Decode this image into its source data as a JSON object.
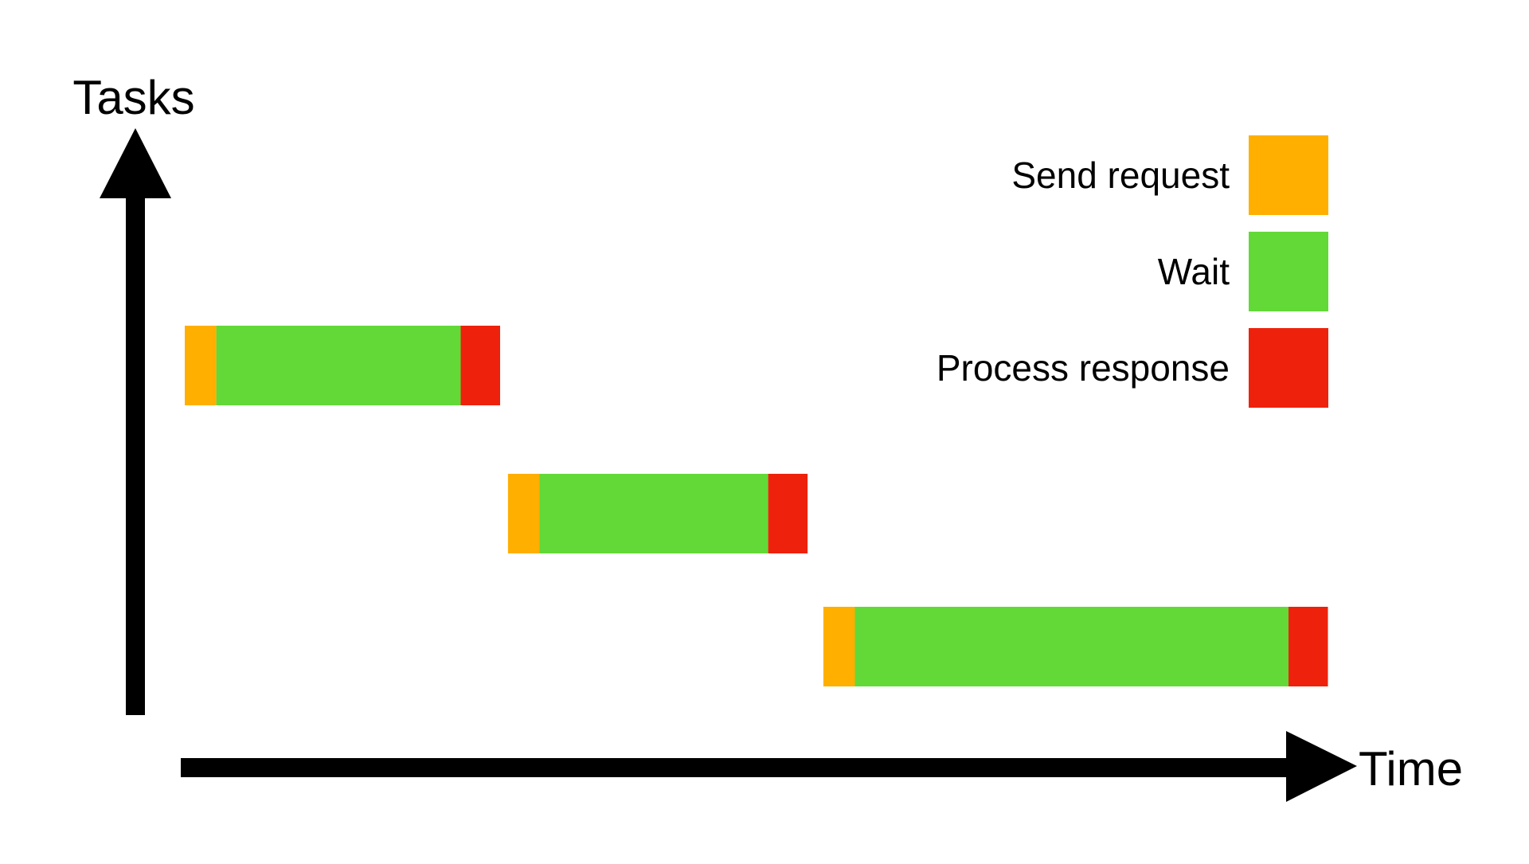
{
  "chart_data": {
    "type": "bar",
    "orientation": "horizontal-stacked-timeline",
    "title": "",
    "xlabel": "Time",
    "ylabel": "Tasks",
    "grid": false,
    "legend_position": "top-right",
    "tasks": [
      {
        "segments": [
          {
            "series": "send",
            "start": 0,
            "end": 4
          },
          {
            "series": "wait",
            "start": 4,
            "end": 35
          },
          {
            "series": "process",
            "start": 35,
            "end": 40
          }
        ]
      },
      {
        "segments": [
          {
            "series": "send",
            "start": 41,
            "end": 45
          },
          {
            "series": "wait",
            "start": 45,
            "end": 74
          },
          {
            "series": "process",
            "start": 74,
            "end": 79
          }
        ]
      },
      {
        "segments": [
          {
            "series": "send",
            "start": 81,
            "end": 85
          },
          {
            "series": "wait",
            "start": 85,
            "end": 140
          },
          {
            "series": "process",
            "start": 140,
            "end": 145
          }
        ]
      }
    ],
    "series": [
      {
        "key": "send",
        "name": "Send request",
        "color": "#FFAF00"
      },
      {
        "key": "wait",
        "name": "Wait",
        "color": "#62D937"
      },
      {
        "key": "process",
        "name": "Process response",
        "color": "#EE220C"
      }
    ],
    "axis_color": "#000000"
  }
}
